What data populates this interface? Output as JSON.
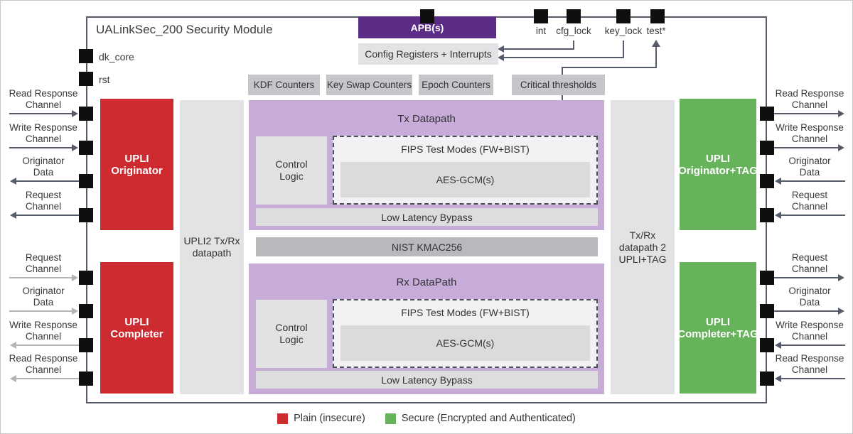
{
  "title": "UALinkSec_200 Security Module",
  "pins": {
    "dk_core": "dk_core",
    "rst": "rst",
    "int": "int",
    "cfg_lock": "cfg_lock",
    "key_lock": "key_lock",
    "test": "test*"
  },
  "top": {
    "apb": "APB(s)",
    "config_registers": "Config Registers + Interrupts",
    "counters": {
      "kdf": "KDF Counters",
      "key_swap": "Key Swap Counters",
      "epoch": "Epoch Counters",
      "critical": "Critical thresholds"
    }
  },
  "blocks": {
    "upli_originator": "UPLI\nOriginator",
    "upli_completer": "UPLI\nCompleter",
    "upli2_datapath": "UPLI2 Tx/Rx\ndatapath",
    "tx_datapath_title": "Tx Datapath",
    "rx_datapath_title": "Rx DataPath",
    "control_logic": "Control\nLogic",
    "fips_test_modes": "FIPS Test Modes (FW+BIST)",
    "aes_gcm": "AES-GCM(s)",
    "low_latency_bypass": "Low Latency Bypass",
    "nist_kmac": "NIST KMAC256",
    "txrx_datapath2": "Tx/Rx\ndatapath 2\nUPLI+TAG",
    "upli_originator_tag": "UPLI\nOriginator+TAG",
    "upli_completer_tag": "UPLI\nCompleter+TAG"
  },
  "io": {
    "left": [
      "Read Response\nChannel",
      "Write Response\nChannel",
      "Originator\nData",
      "Request\nChannel",
      "Request\nChannel",
      "Originator\nData",
      "Write Response\nChannel",
      "Read Response\nChannel"
    ],
    "right": [
      "Read Response\nChannel",
      "Write Response\nChannel",
      "Originator\nData",
      "Request\nChannel",
      "Request\nChannel",
      "Originator\nData",
      "Write Response\nChannel",
      "Read Response\nChannel"
    ]
  },
  "legend": {
    "plain": "Plain (insecure)",
    "secure": "Secure (Encrypted and Authenticated)"
  },
  "colors": {
    "plain_red": "#ce2b30",
    "secure_green": "#67b35c",
    "apb_purple": "#5b2d87",
    "datapath_lavender": "#c7abd8",
    "wire_dark": "#565b6c",
    "wire_light": "#b4b4b8"
  }
}
